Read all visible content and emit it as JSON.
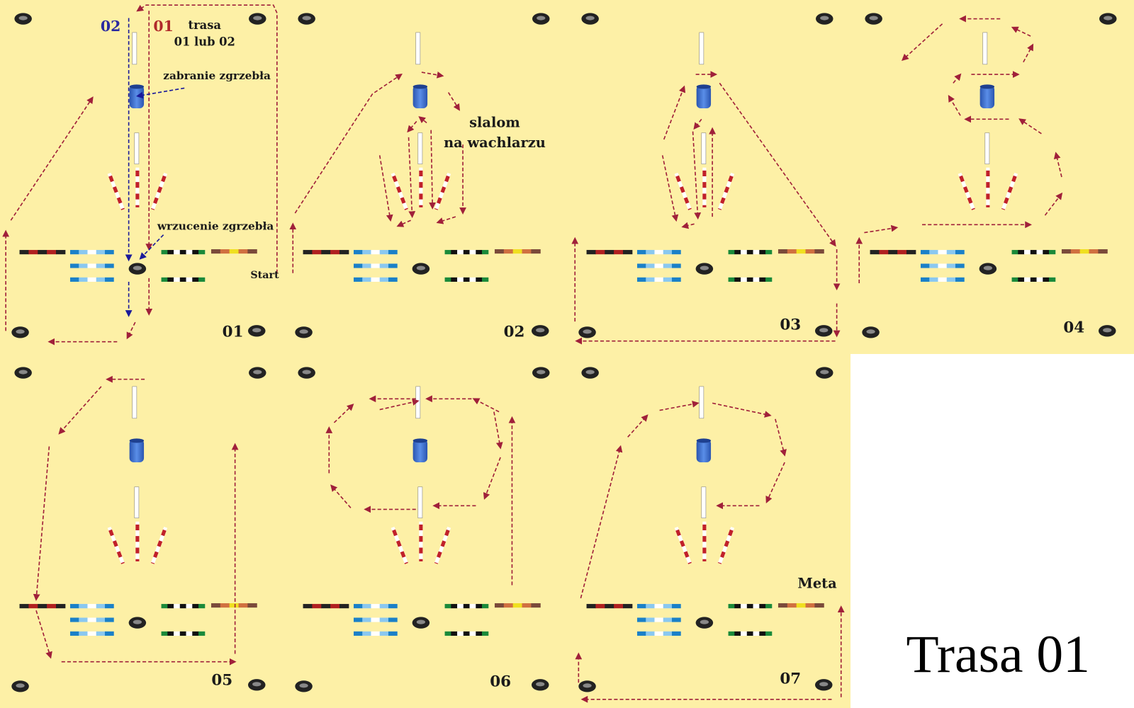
{
  "title": "Trasa 01",
  "colors": {
    "background": "#fdf0a6",
    "route_red": "#a0203a",
    "route_blue": "#1a1a9a",
    "barrel": "#3a6fd0"
  },
  "legend": {
    "route_02": "02",
    "route_01": "01",
    "trasa": "trasa",
    "choice": "01 lub 02"
  },
  "annotations": {
    "pick_up": "zabranie zgrzebła",
    "drop": "wrzucenie zgrzebła",
    "slalom_1": "slalom",
    "slalom_2": "na wachlarzu",
    "start": "Start",
    "finish": "Meta"
  },
  "panels": [
    {
      "number": "01"
    },
    {
      "number": "02"
    },
    {
      "number": "03"
    },
    {
      "number": "04"
    },
    {
      "number": "05"
    },
    {
      "number": "06"
    },
    {
      "number": "07"
    }
  ]
}
